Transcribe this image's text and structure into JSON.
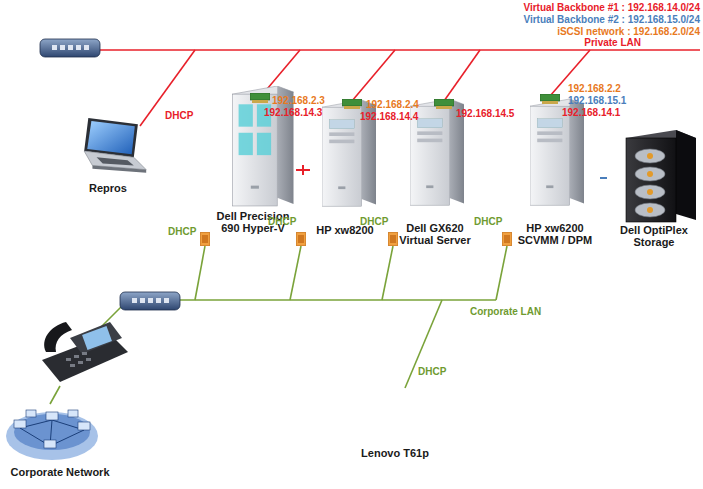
{
  "diagram": {
    "nodes": [
      {
        "text": [
          "Repros"
        ]
      },
      {
        "text": [
          "Dell Precision 690 Hyper-V"
        ]
      },
      {
        "text": [
          "HP xw8200"
        ]
      },
      {
        "text": [
          "Dell GX620 Virtual Server"
        ]
      },
      {
        "text": [
          "HP xw6200 SCVMM / DPM"
        ]
      },
      {
        "text": [
          "Dell OptiPlex Storage"
        ]
      },
      {
        "text": [
          "Lenovo T61p"
        ]
      },
      {
        "text": [
          "Corporate Network"
        ]
      }
    ],
    "edges": [
      {
        "from": 1,
        "to": 2,
        "arrow": "none"
      },
      {
        "from": 4,
        "to": 5,
        "arrow": "none"
      }
    ],
    "labels": [
      "Virtual Backbone #1 : 192.168.14.0/24",
      "Virtual Backbone #2 : 192.168.15.0/24",
      "iSCSI network : 192.168.2.0/24",
      "Private LAN",
      "DHCP",
      "192.168.2.3",
      "192.168.14.3",
      "192.168.2.4",
      "192.168.14.4",
      "192.168.14.5",
      "192.168.2.2",
      "192.168.15.1",
      "192.168.14.1",
      "DHCP",
      "DHCP",
      "DHCP",
      "DHCP",
      "Corporate LAN",
      "DHCP"
    ]
  }
}
